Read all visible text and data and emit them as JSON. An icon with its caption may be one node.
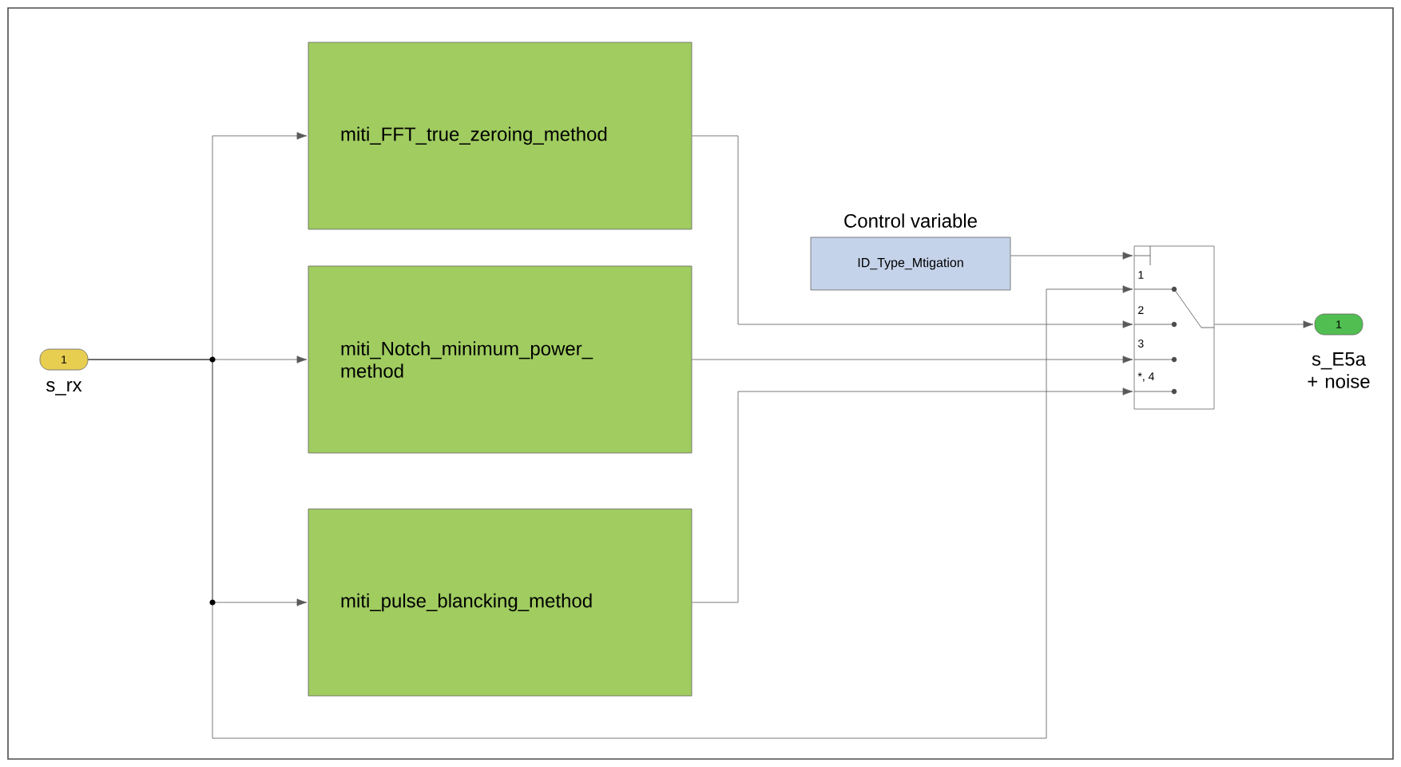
{
  "diagram": {
    "nodes": [
      {
        "text": [
          "1"
        ],
        "beside": [
          "s_rx"
        ]
      },
      {
        "text": [
          "miti_FFT_true_zeroing_method"
        ]
      },
      {
        "text": [
          "miti_Notch_minimum_power_ method"
        ]
      },
      {
        "text": [
          "miti_pulse_blancking_method"
        ]
      },
      {
        "text": [
          "Control variable",
          "ID_Type_Mtigation"
        ]
      },
      {
        "text": [
          "1",
          "2",
          "3",
          "*, 4"
        ]
      },
      {
        "text": [
          "1"
        ],
        "beside": [
          "s_E5a + noise"
        ]
      }
    ],
    "edges": [
      {
        "from": 0,
        "to": 1,
        "arrow": "to"
      },
      {
        "from": 0,
        "to": 2,
        "arrow": "to"
      },
      {
        "from": 0,
        "to": 3,
        "arrow": "to"
      },
      {
        "from": 0,
        "to": 5,
        "arrow": "to"
      },
      {
        "from": 1,
        "to": 5,
        "arrow": "to"
      },
      {
        "from": 2,
        "to": 5,
        "arrow": "to"
      },
      {
        "from": 3,
        "to": 5,
        "arrow": "to"
      },
      {
        "from": 4,
        "to": 5,
        "arrow": "to"
      },
      {
        "from": 5,
        "to": 6,
        "arrow": "to"
      }
    ]
  }
}
